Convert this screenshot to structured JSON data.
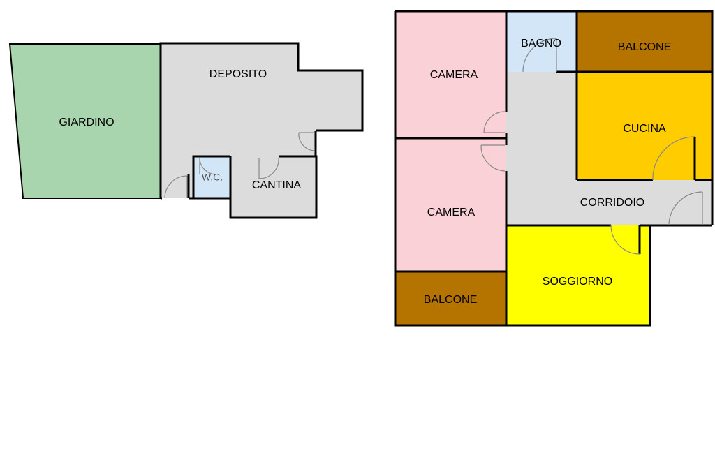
{
  "rooms": {
    "giardino": {
      "label": "GIARDINO",
      "color": "#a8d5ad"
    },
    "deposito": {
      "label": "DEPOSITO",
      "color": "#dcdcdc"
    },
    "wc": {
      "label": "W.C.",
      "color": "#d3e6f8"
    },
    "cantina": {
      "label": "CANTINA",
      "color": "#dcdcdc"
    },
    "camera_top": {
      "label": "CAMERA",
      "color": "#fbd1d8"
    },
    "camera_bottom": {
      "label": "CAMERA",
      "color": "#fbd1d8"
    },
    "bagno": {
      "label": "BAGNO",
      "color": "#d3e6f8"
    },
    "balcone_top": {
      "label": "BALCONE",
      "color": "#b57300"
    },
    "cucina": {
      "label": "CUCINA",
      "color": "#ffcc00"
    },
    "corridoio": {
      "label": "CORRIDOIO",
      "color": "#dcdcdc"
    },
    "soggiorno": {
      "label": "SOGGIORNO",
      "color": "#ffff00"
    },
    "balcone_bottom": {
      "label": "BALCONE",
      "color": "#b57300"
    }
  },
  "colors": {
    "wall": "#000000",
    "door": "#888888",
    "background": "#ffffff"
  }
}
